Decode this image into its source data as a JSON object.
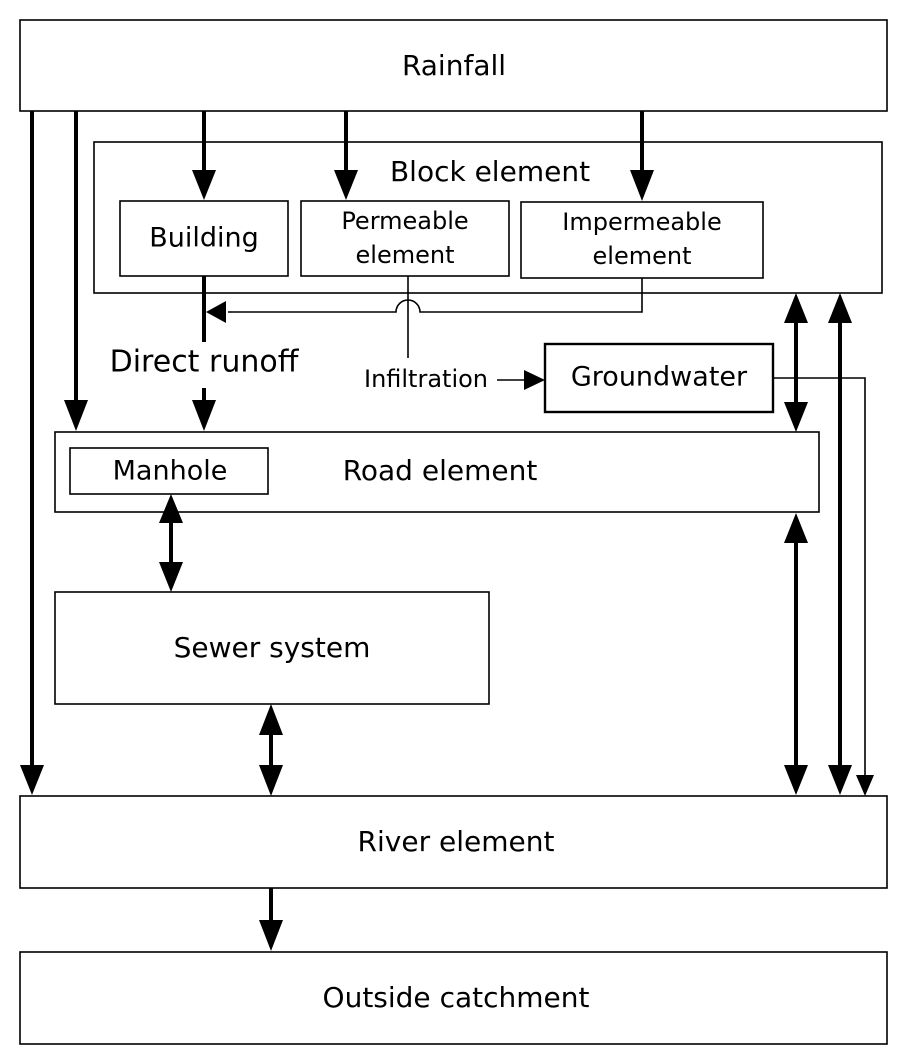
{
  "diagram": {
    "nodes": {
      "rainfall": "Rainfall",
      "block": "Block element",
      "building": "Building",
      "permeable_line1": "Permeable",
      "permeable_line2": "element",
      "impermeable_line1": "Impermeable",
      "impermeable_line2": "element",
      "groundwater": "Groundwater",
      "road": "Road element",
      "manhole": "Manhole",
      "sewer": "Sewer  system",
      "river": "River element",
      "outside": "Outside catchment"
    },
    "edge_labels": {
      "direct_runoff": "Direct runoff",
      "infiltration": "Infiltration"
    },
    "edges": [
      {
        "from": "Rainfall",
        "to": "River element",
        "type": "one-way"
      },
      {
        "from": "Rainfall",
        "to": "Road element",
        "type": "one-way"
      },
      {
        "from": "Rainfall",
        "to": "Building",
        "type": "one-way"
      },
      {
        "from": "Rainfall",
        "to": "Permeable element",
        "type": "one-way"
      },
      {
        "from": "Rainfall",
        "to": "Impermeable element",
        "type": "one-way"
      },
      {
        "from": "Building",
        "to": "Road element",
        "type": "one-way",
        "label": "Direct runoff"
      },
      {
        "from": "Impermeable element",
        "to": "Direct runoff",
        "type": "one-way"
      },
      {
        "from": "Permeable element",
        "to": "Groundwater",
        "type": "one-way",
        "label": "Infiltration"
      },
      {
        "from": "Block element",
        "to": "Road element",
        "type": "two-way"
      },
      {
        "from": "Block element",
        "to": "River element",
        "type": "two-way"
      },
      {
        "from": "Groundwater",
        "to": "River element",
        "type": "one-way"
      },
      {
        "from": "Manhole",
        "to": "Sewer system",
        "type": "two-way"
      },
      {
        "from": "Road element",
        "to": "River element",
        "type": "two-way"
      },
      {
        "from": "Sewer system",
        "to": "River element",
        "type": "two-way"
      },
      {
        "from": "River element",
        "to": "Outside catchment",
        "type": "one-way"
      }
    ]
  }
}
